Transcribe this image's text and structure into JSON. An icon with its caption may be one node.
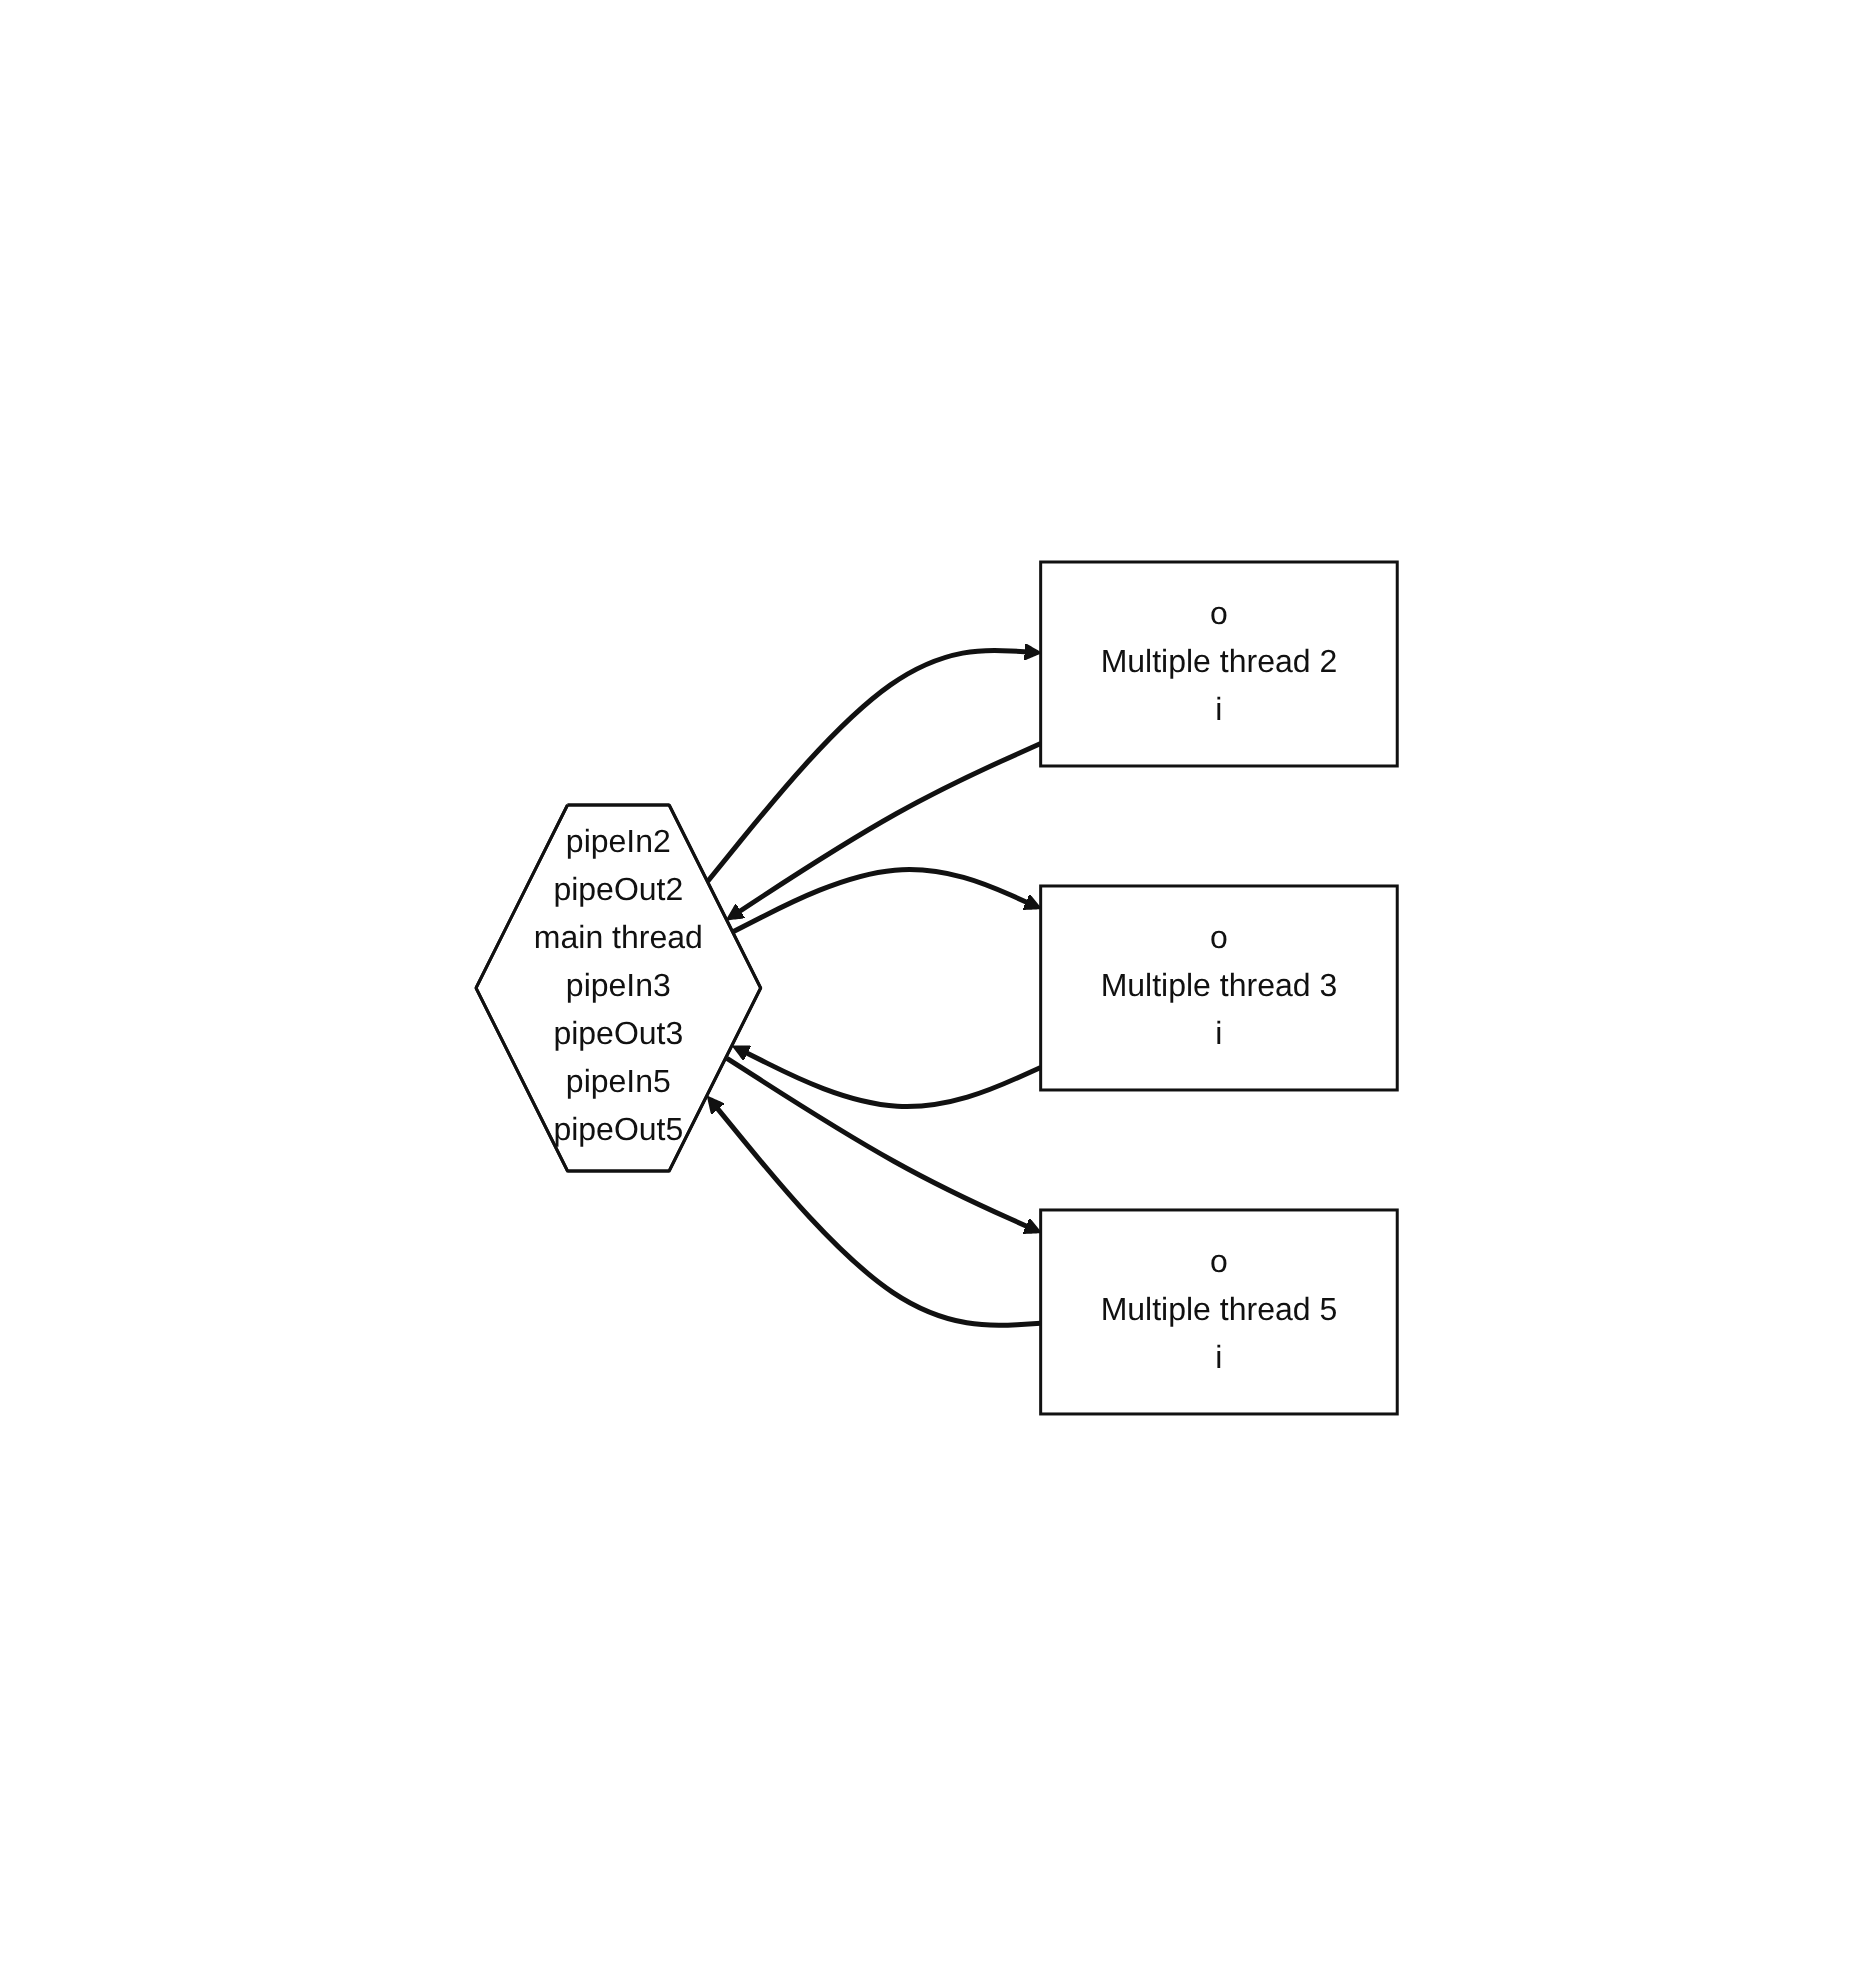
{
  "diagram": {
    "nodes": [
      {
        "text": [
          "pipeIn2",
          "pipeOut2",
          "main thread",
          "pipeIn3",
          "pipeOut3",
          "pipeIn5",
          "pipeOut5"
        ]
      },
      {
        "text": [
          "o",
          "Multiple thread 2",
          "i"
        ]
      },
      {
        "text": [
          "o",
          "Multiple thread 3",
          "i"
        ]
      },
      {
        "text": [
          "o",
          "Multiple thread 5",
          "i"
        ]
      }
    ],
    "edges": [
      {
        "from": 1,
        "to": 0,
        "arrow": "to"
      },
      {
        "from": 0,
        "to": 1,
        "arrow": "to"
      },
      {
        "from": 2,
        "to": 0,
        "arrow": "to"
      },
      {
        "from": 0,
        "to": 2,
        "arrow": "to"
      },
      {
        "from": 3,
        "to": 0,
        "arrow": "to"
      },
      {
        "from": 0,
        "to": 3,
        "arrow": "to"
      }
    ]
  }
}
